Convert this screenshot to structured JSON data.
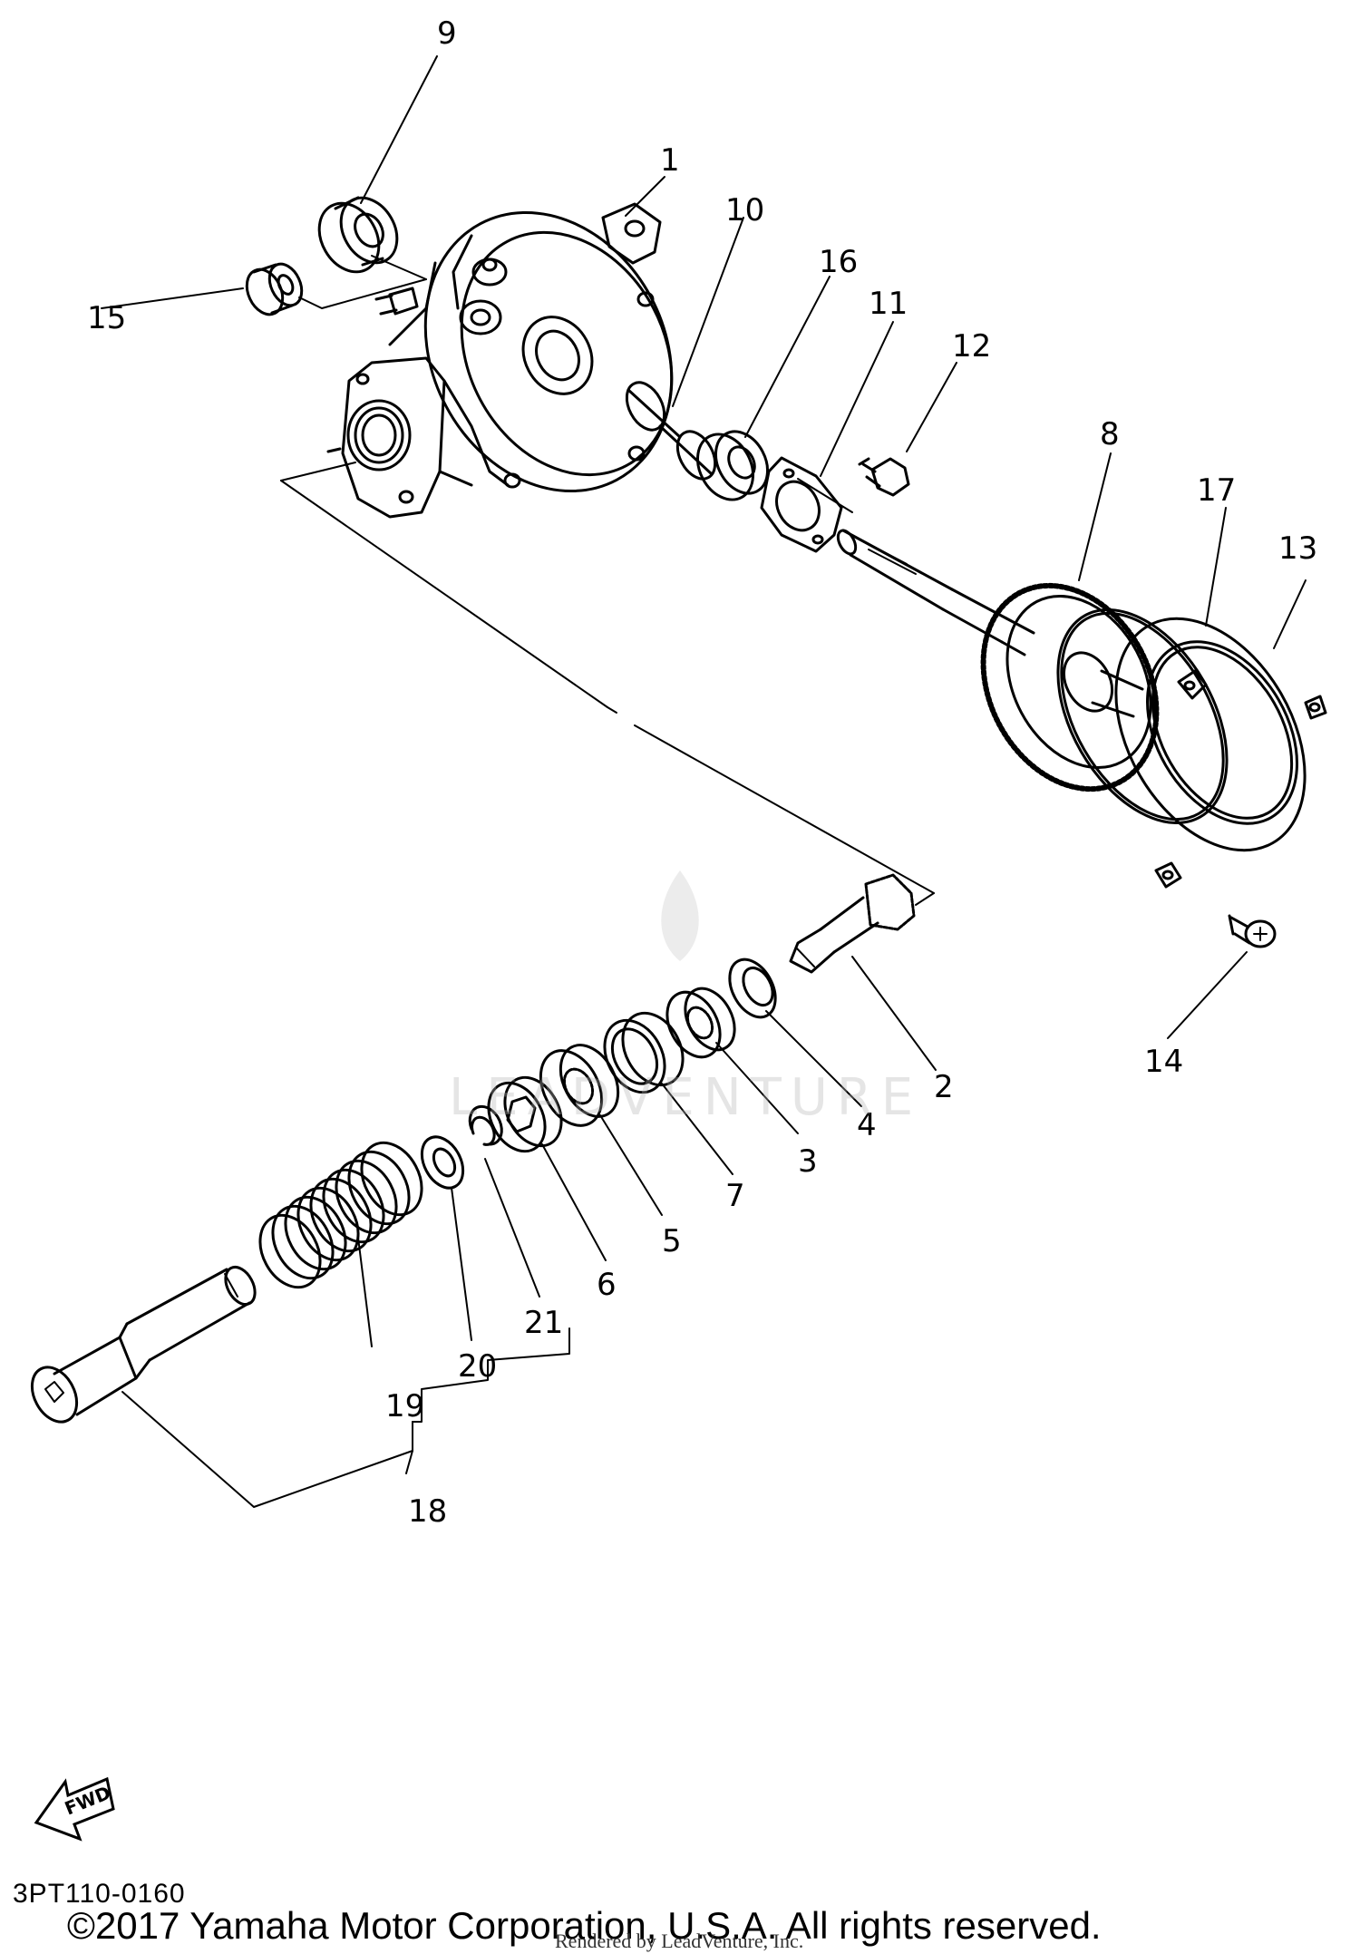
{
  "diagram": {
    "callouts": [
      "1",
      "2",
      "3",
      "4",
      "5",
      "6",
      "7",
      "8",
      "9",
      "10",
      "11",
      "12",
      "13",
      "14",
      "15",
      "16",
      "17",
      "18",
      "19",
      "20",
      "21"
    ],
    "fwd_label": "FWD"
  },
  "footer": {
    "code": "3PT110-0160",
    "copyright": "©2017 Yamaha Motor Corporation, U.S.A. All rights reserved.",
    "rendered_by": "Rendered by LeadVenture, Inc."
  },
  "watermark": {
    "text": "LEADVENTURE",
    "color": "#b4b4b4"
  }
}
